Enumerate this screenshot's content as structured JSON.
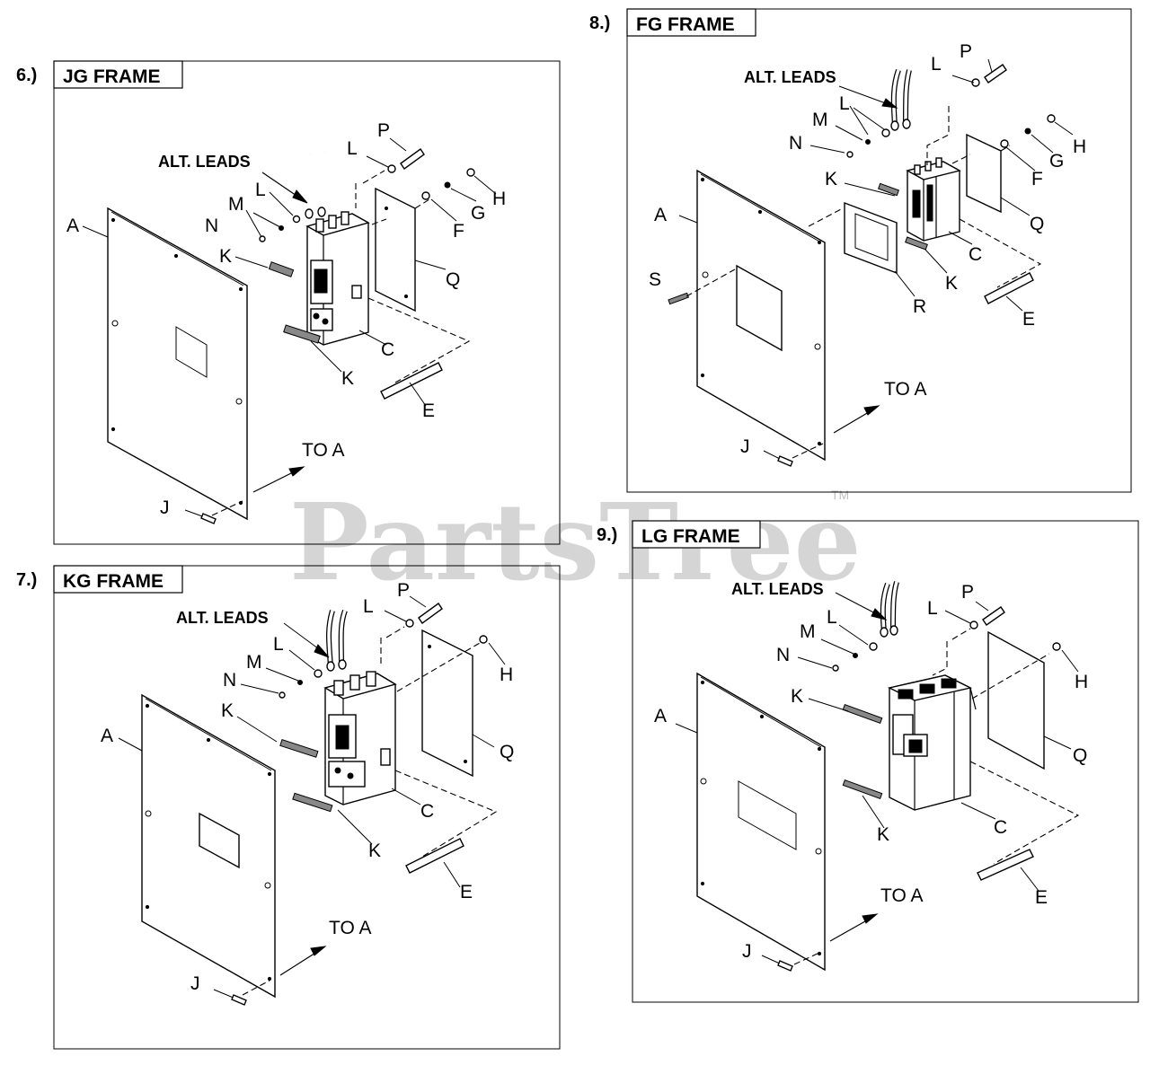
{
  "watermark": {
    "text": "PartsTree",
    "mark": "TM"
  },
  "panels": [
    {
      "id": "jg",
      "number": "6.)",
      "title": "JG FRAME",
      "labels": [
        "A",
        "ALT. LEADS",
        "L",
        "M",
        "N",
        "K",
        "P",
        "L",
        "G",
        "H",
        "F",
        "Q",
        "C",
        "K",
        "E",
        "TO A",
        "J"
      ]
    },
    {
      "id": "fg",
      "number": "8.)",
      "title": "FG FRAME",
      "labels": [
        "ALT. LEADS",
        "L",
        "P",
        "M",
        "L",
        "N",
        "K",
        "H",
        "G",
        "F",
        "Q",
        "A",
        "C",
        "K",
        "S",
        "R",
        "E",
        "TO A",
        "J"
      ]
    },
    {
      "id": "kg",
      "number": "7.)",
      "title": "KG FRAME",
      "labels": [
        "P",
        "L",
        "ALT. LEADS",
        "L",
        "M",
        "N",
        "H",
        "K",
        "A",
        "Q",
        "C",
        "K",
        "E",
        "TO A",
        "J"
      ]
    },
    {
      "id": "lg",
      "number": "9.)",
      "title": "LG FRAME",
      "labels": [
        "ALT. LEADS",
        "L",
        "P",
        "L",
        "M",
        "N",
        "H",
        "K",
        "A",
        "Q",
        "C",
        "K",
        "E",
        "TO A",
        "J"
      ]
    }
  ]
}
